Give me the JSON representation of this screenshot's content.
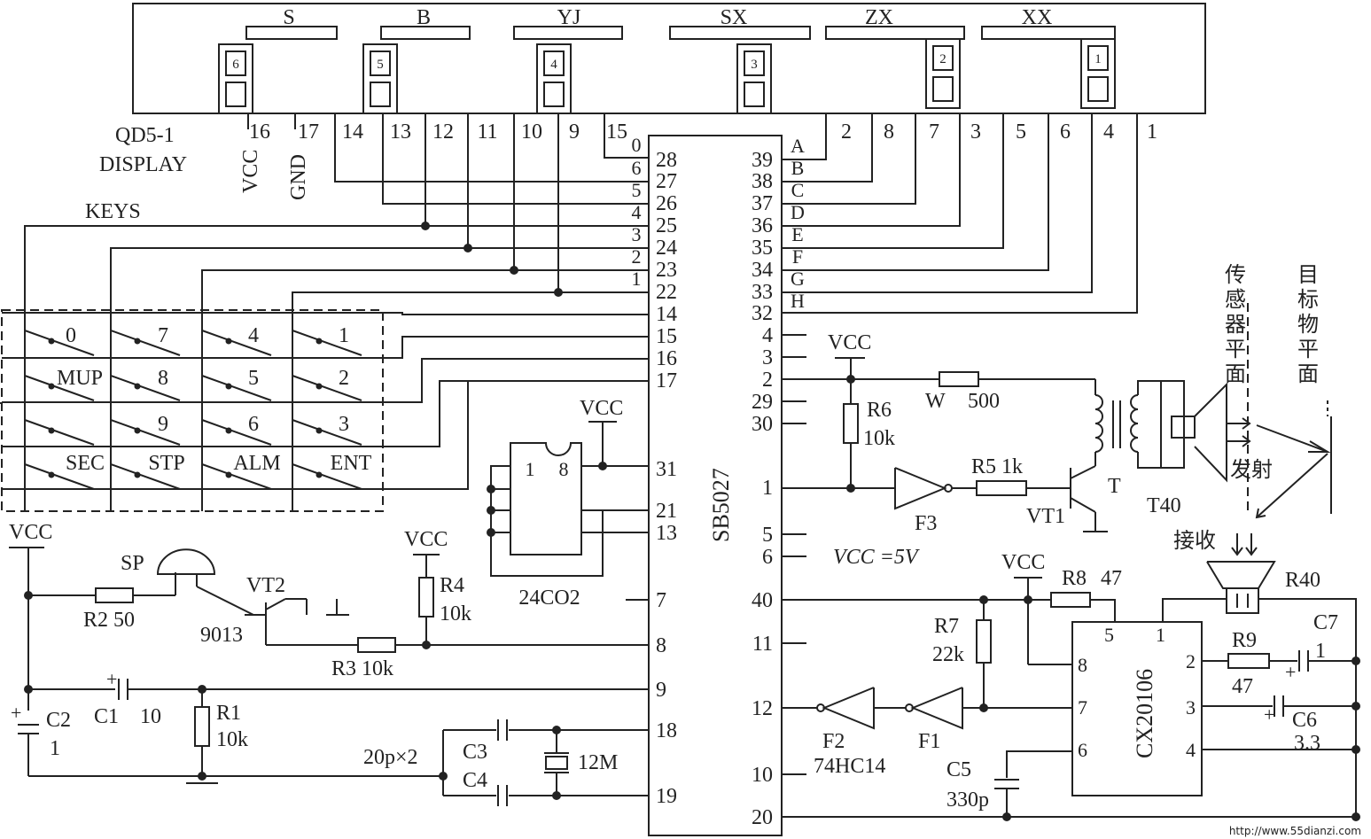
{
  "display": {
    "model": "QD5-1",
    "caption": "DISPLAY",
    "unit_labels": [
      "S",
      "B",
      "YJ",
      "SX",
      "ZX",
      "XX"
    ],
    "digit_numbers": [
      "6",
      "5",
      "4",
      "3",
      "2",
      "1"
    ],
    "pins": [
      "16",
      "17",
      "14",
      "13",
      "12",
      "11",
      "10",
      "9",
      "15",
      "2",
      "8",
      "7",
      "3",
      "5",
      "6",
      "4",
      "1"
    ],
    "vcc": "VCC",
    "gnd": "GND"
  },
  "keys": {
    "title": "KEYS",
    "rows": [
      [
        "0",
        "7",
        "4",
        "1"
      ],
      [
        "MUP",
        "8",
        "5",
        "2"
      ],
      [
        "",
        "9",
        "6",
        "3"
      ],
      [
        "SEC",
        "STP",
        "ALM",
        "ENT"
      ]
    ]
  },
  "mcu": {
    "name": "SB5027",
    "left_pins": [
      "28",
      "27",
      "26",
      "25",
      "24",
      "23",
      "22",
      "14",
      "15",
      "16",
      "17",
      "31",
      "21",
      "13",
      "7",
      "8",
      "9",
      "18",
      "19"
    ],
    "left_bus": [
      "0",
      "6",
      "5",
      "4",
      "3",
      "2",
      "1"
    ],
    "right_pins": [
      "39",
      "38",
      "37",
      "36",
      "35",
      "34",
      "33",
      "32",
      "4",
      "3",
      "2",
      "29",
      "30",
      "1",
      "5",
      "6",
      "40",
      "11",
      "12",
      "10",
      "20"
    ],
    "right_bus": [
      "A",
      "B",
      "C",
      "D",
      "E",
      "F",
      "G",
      "H"
    ]
  },
  "eeprom": {
    "name": "24CO2",
    "pin1": "1",
    "pin8": "8",
    "vcc": "VCC"
  },
  "parts": {
    "vcc": "VCC",
    "sp": "SP",
    "r2": "R2 50",
    "vt2": "VT2",
    "vt2_type": "9013",
    "r4": "R4",
    "r4_val": "10k",
    "r3": "R3 10k",
    "c1": "C1",
    "c1_val": "10",
    "c2": "C2",
    "c2_val": "1",
    "r1": "R1",
    "r1_val": "10k",
    "c3": "C3",
    "c4": "C4",
    "c34_val": "20p×2",
    "xtal": "12M",
    "r6": "R6",
    "r6_val": "10k",
    "w": "W",
    "w_val": "500",
    "r5": "R5 1k",
    "f3": "F3",
    "t": "T",
    "vt1": "VT1",
    "t40": "T40",
    "vcc_note": "VCC =5V",
    "r7": "R7",
    "r7_val": "22k",
    "r8": "R8",
    "r8_val": "47",
    "f2": "F2",
    "f1": "F1",
    "inv_ic": "74HC14",
    "c5": "C5",
    "c5_val": "330p",
    "cx": "CX20106",
    "cx_pins": [
      "5",
      "1",
      "8",
      "7",
      "6",
      "2",
      "3",
      "4"
    ],
    "r9": "R9",
    "r9_val": "47",
    "c7": "C7",
    "c7_val": "1",
    "c6": "C6",
    "c6_val": "3.3",
    "r40": "R40",
    "sensor_plane": "传感器平面",
    "target_plane": "目标物平面",
    "emit": "发射",
    "receive": "接收"
  },
  "watermark": "http://www.55dianzi.com"
}
